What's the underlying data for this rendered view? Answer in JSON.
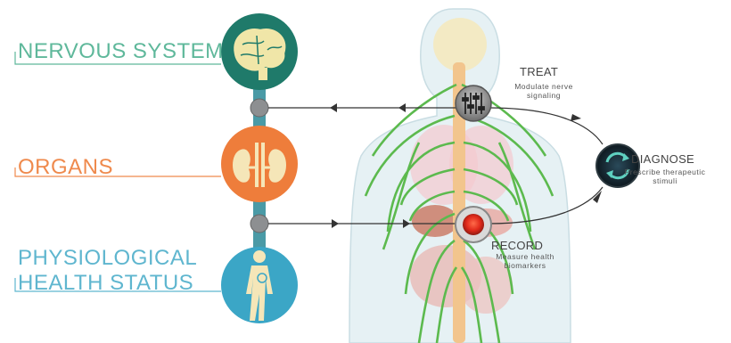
{
  "categories": {
    "nervous_system": "NERVOUS SYSTEM",
    "organs": "ORGANS",
    "physiological_line1": "PHYSIOLOGICAL",
    "physiological_line2": "HEALTH STATUS"
  },
  "steps": {
    "treat": {
      "title": "TREAT",
      "desc": "Modulate nerve signaling"
    },
    "record": {
      "title": "RECORD",
      "desc": "Measure health biomarkers"
    },
    "diagnose": {
      "title": "DIAGNOSE",
      "desc": "Prescribe therapeutic stimuli"
    }
  },
  "colors": {
    "nervous": "#1f7a6a",
    "organs": "#ee7d3b",
    "physiological": "#3ba6c6",
    "nerves": "#5cba4e",
    "spine": "#f2c58d"
  },
  "icons": {
    "nervous": "brain-icon",
    "organs": "kidneys-icon",
    "physiological": "human-body-icon",
    "treat": "sliders-icon",
    "record": "record-dot-icon",
    "diagnose": "cycle-icon"
  }
}
